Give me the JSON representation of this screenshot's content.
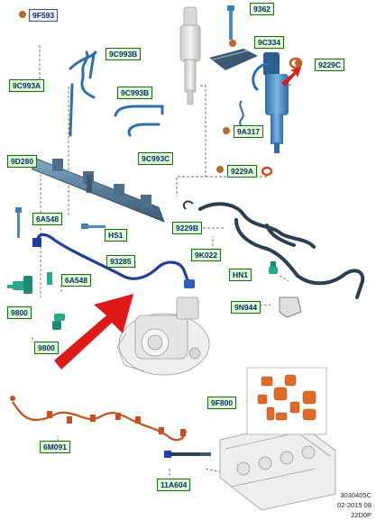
{
  "colors": {
    "label_border_green": "#1a6a1a",
    "label_fill_green": "#dfffd4",
    "label_border_blue": "#2d4fb8",
    "label_text": "#0b2a6e",
    "pipe_blue": "#2f6fb0",
    "pipe_dark": "#2a3f52",
    "harness_orange": "#c8501e",
    "injector_blue": "#3b7fb5",
    "arrow_red": "#e01818",
    "dot_brown": "#b86a2a"
  },
  "labels": {
    "l_9f593": "9F593",
    "l_9362": "9362",
    "l_9c993b_top": "9C993B",
    "l_9c334": "9C334",
    "l_9c993a": "9C993A",
    "l_9229c": "9229C",
    "l_9c993b_mid": "9C993B",
    "l_9a317": "9A317",
    "l_9d280": "9D280",
    "l_9c993c": "9C993C",
    "l_9229a": "9229A",
    "l_6a548_top": "6A548",
    "l_hs1": "HS1",
    "l_9229b": "9229B",
    "l_9k022": "9K022",
    "l_93285": "93285",
    "l_hn1": "HN1",
    "l_6a548_mid": "6A548",
    "l_9n944": "9N944",
    "l_9800_a": "9800",
    "l_9800_b": "9800",
    "l_9f800": "9F800",
    "l_6m091": "6M091",
    "l_11a604": "11A604"
  },
  "footer": {
    "code1": "3030405C",
    "code2": "02-2015 08",
    "code3": "22D0P"
  },
  "icons": [
    "indicator-dot-icon",
    "red-arrow-icon",
    "fuel-injector-icon",
    "fuel-rail-icon",
    "fuel-pump-icon",
    "cylinder-head-icon",
    "wiring-harness-icon",
    "bolt-icon",
    "seal-ring-icon",
    "sensor-icon",
    "clip-icon",
    "hose-icon",
    "rubber-parts-kit-icon",
    "glow-plug-icon"
  ]
}
